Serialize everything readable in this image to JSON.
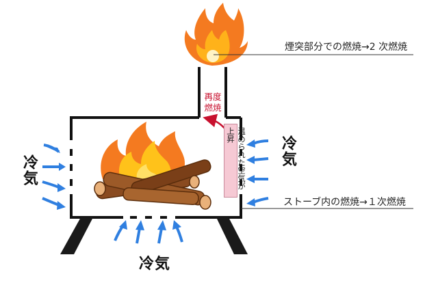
{
  "labels": {
    "chimney_burn": "煙突部分での燃焼→2 次燃焼",
    "stove_burn": "ストーブ内の燃焼→１次燃焼",
    "reburn_line1": "再度",
    "reburn_line2": "燃焼",
    "warm_air_rise": "温められた空気が上昇",
    "cold_air_left": "冷気",
    "cold_air_right": "冷気",
    "cold_air_bottom": "冷気"
  },
  "colors": {
    "arrow_blue": "#2f7fe0",
    "reburn_red": "#c8102e",
    "warm_air_bar": "#f6c9d4",
    "flame_orange": "#f47a20",
    "flame_yellow": "#ffc21a",
    "log_brown": "#8a4b20",
    "outline": "#111111"
  },
  "icons": {
    "chimney_flame": "flame-icon",
    "fire": "campfire-icon",
    "cold_air": "arrow-icon"
  }
}
